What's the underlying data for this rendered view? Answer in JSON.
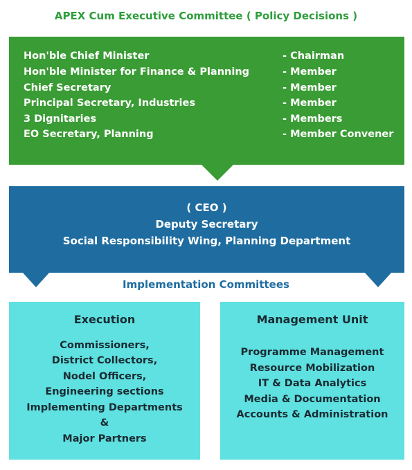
{
  "apex": {
    "title": "APEX Cum Executive Committee ( Policy Decisions )",
    "members": [
      {
        "role": "Hon'ble Chief Minister",
        "post": "- Chairman"
      },
      {
        "role": "Hon'ble Minister for Finance & Planning",
        "post": "- Member"
      },
      {
        "role": "Chief Secretary",
        "post": "- Member"
      },
      {
        "role": "Principal Secretary, Industries",
        "post": "- Member"
      },
      {
        "role": "3 Dignitaries",
        "post": "- Members"
      },
      {
        "role": "EO Secretary, Planning",
        "post": "- Member Convener"
      }
    ],
    "color": "#3a9c34",
    "title_color": "#2e9e3c"
  },
  "ceo": {
    "lines": [
      "( CEO )",
      "Deputy Secretary",
      "Social Responsibility Wing, Planning Department"
    ],
    "color": "#1f6da0"
  },
  "implementation": {
    "title": "Implementation Committees",
    "color": "#1f6da0"
  },
  "execution": {
    "heading": "Execution",
    "items": [
      "Commissioners,",
      "District Collectors,",
      "Nodel Officers,",
      "Engineering sections",
      "Implementing Departments",
      "&",
      "Major Partners"
    ],
    "color": "#5ee1e0"
  },
  "management": {
    "heading": "Management Unit",
    "items": [
      "Programme Management",
      "Resource Mobilization",
      "IT & Data Analytics",
      "Media & Documentation",
      "Accounts & Administration"
    ],
    "color": "#5ee1e0"
  }
}
